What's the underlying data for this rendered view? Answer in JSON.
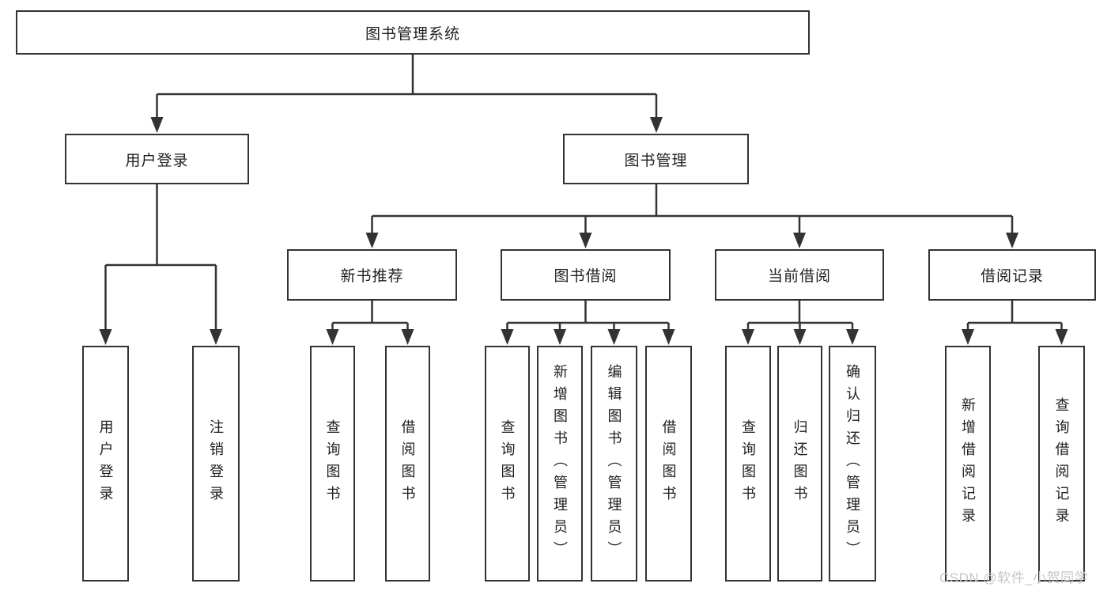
{
  "tree": {
    "root": "图书管理系统",
    "branches": [
      {
        "label": "用户登录",
        "children": [
          "用户登录",
          "注销登录"
        ]
      },
      {
        "label": "图书管理",
        "groups": [
          {
            "label": "新书推荐",
            "children": [
              "查询图书",
              "借阅图书"
            ]
          },
          {
            "label": "图书借阅",
            "children": [
              "查询图书",
              "新增图书（管理员）",
              "编辑图书（管理员）",
              "借阅图书"
            ]
          },
          {
            "label": "当前借阅",
            "children": [
              "查询图书",
              "归还图书",
              "确认归还（管理员）"
            ]
          },
          {
            "label": "借阅记录",
            "children": [
              "新增借阅记录",
              "查询借阅记录"
            ]
          }
        ]
      }
    ]
  },
  "watermark": {
    "text": "CSDN @软件_小贺同学"
  },
  "colors": {
    "line": "#333333",
    "border": "#333333",
    "text": "#1f1f1f",
    "background": "#ffffff",
    "watermark": "#c6c6c6"
  }
}
